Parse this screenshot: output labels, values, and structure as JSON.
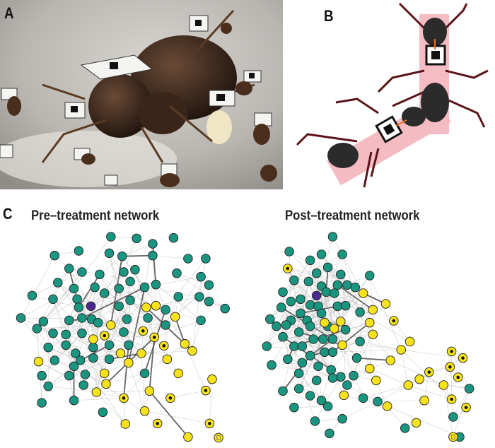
{
  "panels": {
    "a": {
      "label": "A"
    },
    "b": {
      "label": "B"
    },
    "c": {
      "label": "C",
      "pre_title": "Pre–treatment network",
      "post_title": "Post–treatment network"
    }
  },
  "colors": {
    "untreated_node": "#1a9580",
    "treated_node": "#f7e21b",
    "focal_node": "#4b2a8f",
    "edge": "#9a9a9a",
    "tag_pink": "#f2a5b0"
  }
}
